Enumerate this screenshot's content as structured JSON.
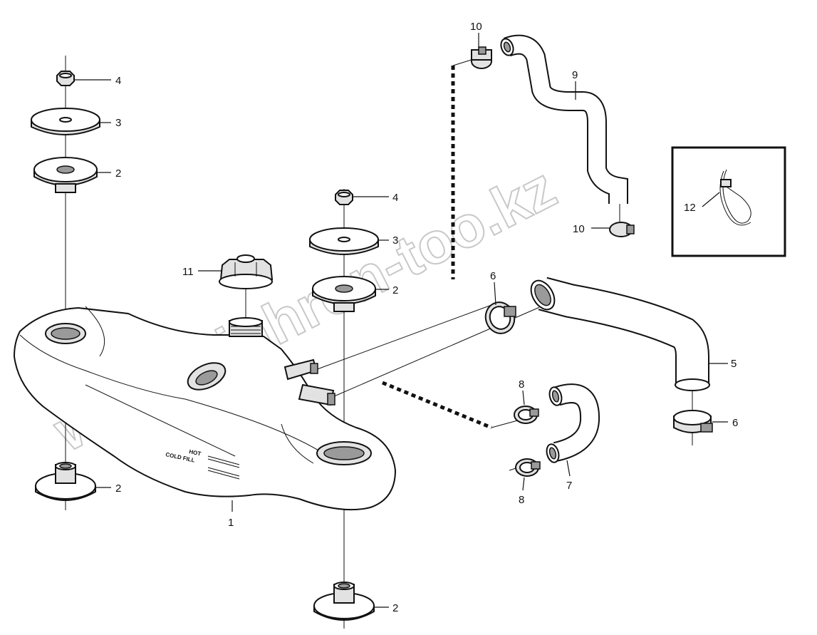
{
  "watermark": "www.sinhron-too.kz",
  "tank_markings": {
    "hot": "HOT",
    "cold_fill": "COLD FILL"
  },
  "labels": {
    "p1": "1",
    "p2": "2",
    "p3": "3",
    "p4": "4",
    "p5": "5",
    "p6": "6",
    "p7": "7",
    "p8": "8",
    "p9": "9",
    "p10": "10",
    "p11": "11",
    "p12": "12"
  }
}
